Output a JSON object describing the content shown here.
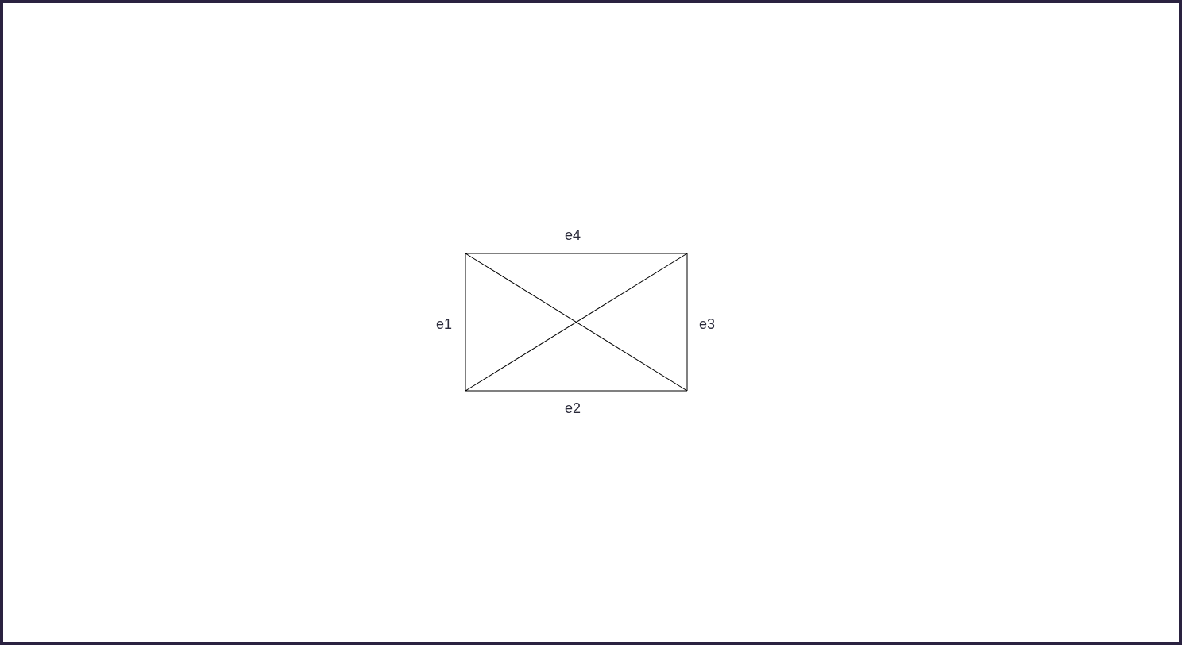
{
  "colors": {
    "frame": "#2a2240",
    "background": "#ffffff",
    "line": "#000000",
    "label": "#2a2a3a"
  },
  "diagram": {
    "edges": [
      {
        "id": "e1",
        "label": "e1",
        "side": "left"
      },
      {
        "id": "e2",
        "label": "e2",
        "side": "bottom"
      },
      {
        "id": "e3",
        "label": "e3",
        "side": "right"
      },
      {
        "id": "e4",
        "label": "e4",
        "side": "top"
      }
    ],
    "diagonals": 2
  }
}
